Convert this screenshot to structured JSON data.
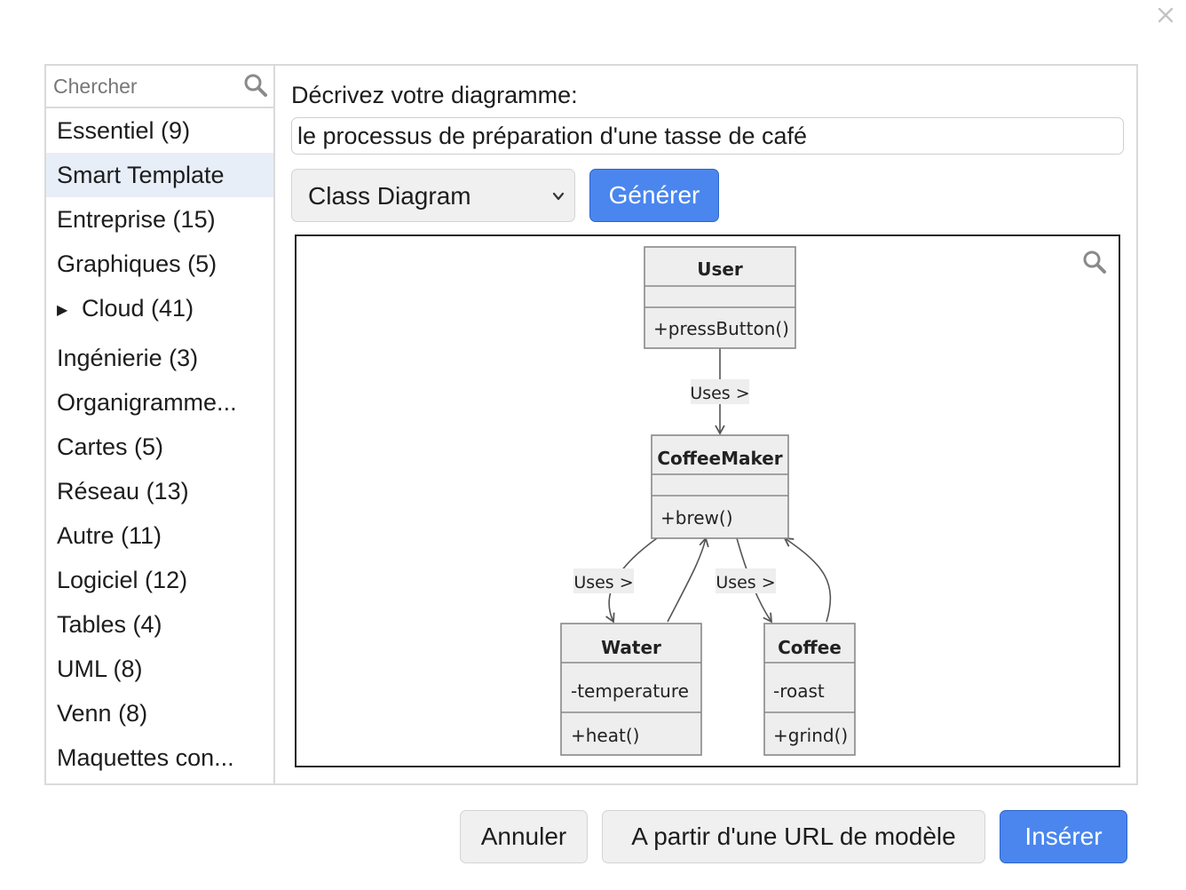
{
  "dialog": {
    "search_placeholder": "Chercher",
    "categories": [
      {
        "label": "Essentiel (9)"
      },
      {
        "label": "Smart Template"
      },
      {
        "label": "Entreprise (15)"
      },
      {
        "label": "Graphiques (5)"
      },
      {
        "label": "Cloud (41)",
        "expander": "▶"
      },
      {
        "label": "Ingénierie (3)"
      },
      {
        "label": "Organigramme..."
      },
      {
        "label": "Cartes (5)"
      },
      {
        "label": "Réseau (13)"
      },
      {
        "label": "Autre (11)"
      },
      {
        "label": "Logiciel (12)"
      },
      {
        "label": "Tables (4)"
      },
      {
        "label": "UML (8)"
      },
      {
        "label": "Venn (8)"
      },
      {
        "label": "Maquettes con..."
      }
    ],
    "selected_category": "Smart Template",
    "describe_label": "Décrivez votre diagramme:",
    "describe_value": "le processus de préparation d'une tasse de café",
    "diagram_type": "Class Diagram",
    "generate_label": "Générer",
    "footer": {
      "cancel_label": "Annuler",
      "url_label": "A partir d'une URL de modèle",
      "insert_label": "Insérer"
    }
  },
  "diagram": {
    "classes": {
      "user": {
        "name": "User",
        "attributes": [],
        "methods": [
          "+pressButton()"
        ]
      },
      "coffeemaker": {
        "name": "CoffeeMaker",
        "attributes": [],
        "methods": [
          "+brew()"
        ]
      },
      "water": {
        "name": "Water",
        "attributes": [
          "-temperature"
        ],
        "methods": [
          "+heat()"
        ]
      },
      "coffee": {
        "name": "Coffee",
        "attributes": [
          "-roast"
        ],
        "methods": [
          "+grind()"
        ]
      }
    },
    "relations": [
      {
        "from": "User",
        "to": "CoffeeMaker",
        "label": "Uses >"
      },
      {
        "from": "CoffeeMaker",
        "to": "Water",
        "label": "Uses >"
      },
      {
        "from": "CoffeeMaker",
        "to": "Coffee",
        "label": "Uses >"
      }
    ]
  },
  "colors": {
    "accent": "#4a86ee",
    "selected_row": "#e8eef8",
    "class_fill": "#eeeeee",
    "class_border": "#888888"
  },
  "icons": {
    "close": "close-icon",
    "search": "search-icon",
    "zoom": "zoom-icon",
    "chevron": "chevron-down-icon",
    "expander": "expand-triangle-icon"
  }
}
